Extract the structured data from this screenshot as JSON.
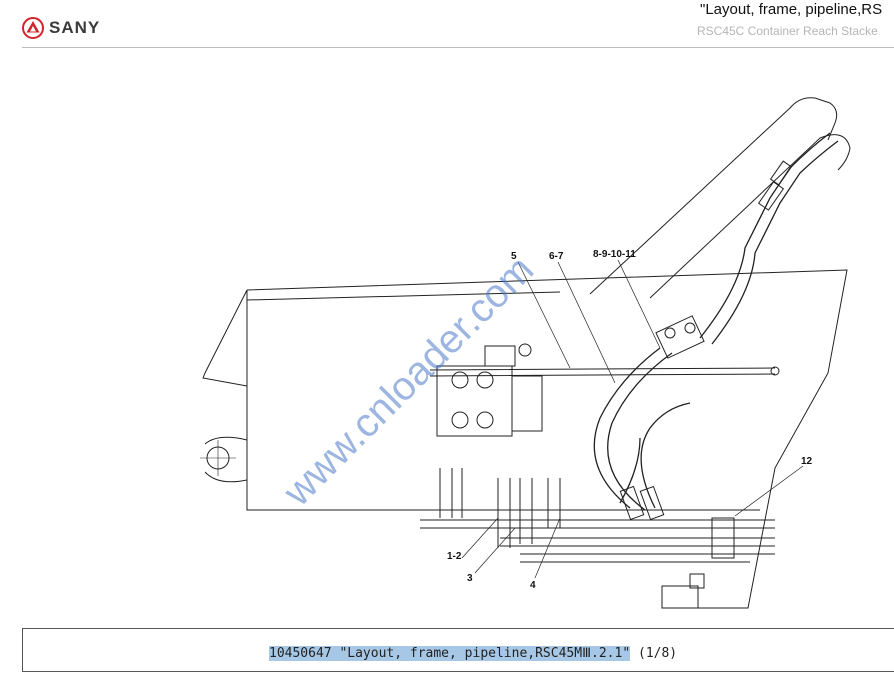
{
  "header": {
    "brand": "SANY",
    "title": "\"Layout, frame, pipeline,RS",
    "subtitle": "RSC45C Container Reach Stacke"
  },
  "drawing": {
    "watermark": "www.cnloader.com",
    "callouts": {
      "c5": "5",
      "c67": "6-7",
      "c891011": "8-9-10-11",
      "c12": "12",
      "c12b": "1-2",
      "c3": "3",
      "c4": "4"
    }
  },
  "caption": {
    "highlighted": "10450647 \"Layout, frame, pipeline,RSC45MⅢ.2.1\"",
    "page": " (1/8)"
  },
  "colors": {
    "brand_red": "#d2232a",
    "highlight": "#a6c8e6",
    "watermark": "#4a78c9"
  }
}
